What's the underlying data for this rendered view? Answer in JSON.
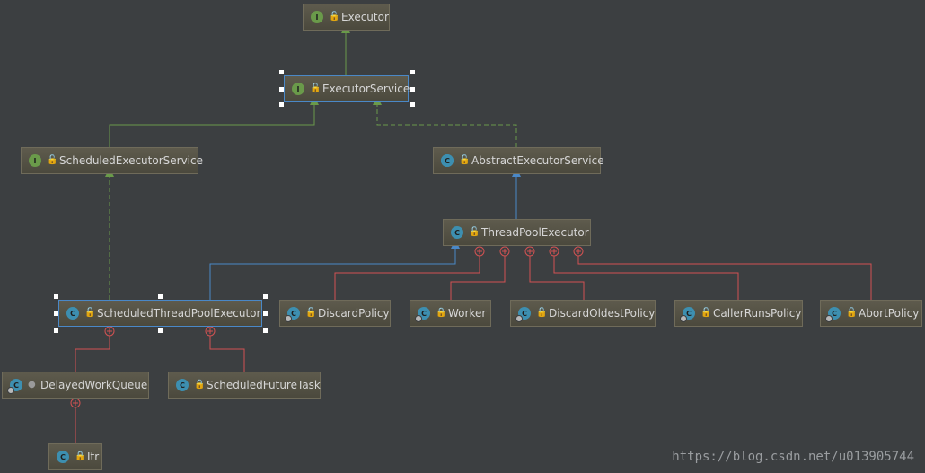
{
  "nodes": {
    "executor": {
      "label": "Executor",
      "kind": "I",
      "visibility": "public"
    },
    "executor_service": {
      "label": "ExecutorService",
      "kind": "I",
      "visibility": "public"
    },
    "scheduled_executor_service": {
      "label": "ScheduledExecutorService",
      "kind": "I",
      "visibility": "public"
    },
    "abstract_executor_service": {
      "label": "AbstractExecutorService",
      "kind": "C",
      "visibility": "public"
    },
    "thread_pool_executor": {
      "label": "ThreadPoolExecutor",
      "kind": "C",
      "visibility": "public"
    },
    "scheduled_thread_pool_executor": {
      "label": "ScheduledThreadPoolExecutor",
      "kind": "C",
      "visibility": "public"
    },
    "discard_policy": {
      "label": "DiscardPolicy",
      "kind": "C",
      "visibility": "public"
    },
    "worker": {
      "label": "Worker",
      "kind": "C",
      "visibility": "private"
    },
    "discard_oldest_policy": {
      "label": "DiscardOldestPolicy",
      "kind": "C",
      "visibility": "public"
    },
    "caller_runs_policy": {
      "label": "CallerRunsPolicy",
      "kind": "C",
      "visibility": "public"
    },
    "abort_policy": {
      "label": "AbortPolicy",
      "kind": "C",
      "visibility": "public"
    },
    "delayed_work_queue": {
      "label": "DelayedWorkQueue",
      "kind": "C",
      "visibility": "package"
    },
    "scheduled_future_task": {
      "label": "ScheduledFutureTask",
      "kind": "C",
      "visibility": "private"
    },
    "itr": {
      "label": "Itr",
      "kind": "C",
      "visibility": "private"
    }
  },
  "colors": {
    "background": "#3c3f41",
    "extends_interface": "#6a9a4a",
    "extends_class": "#4a88c7",
    "inner_class": "#d25252"
  },
  "watermark": "https://blog.csdn.net/u013905744"
}
